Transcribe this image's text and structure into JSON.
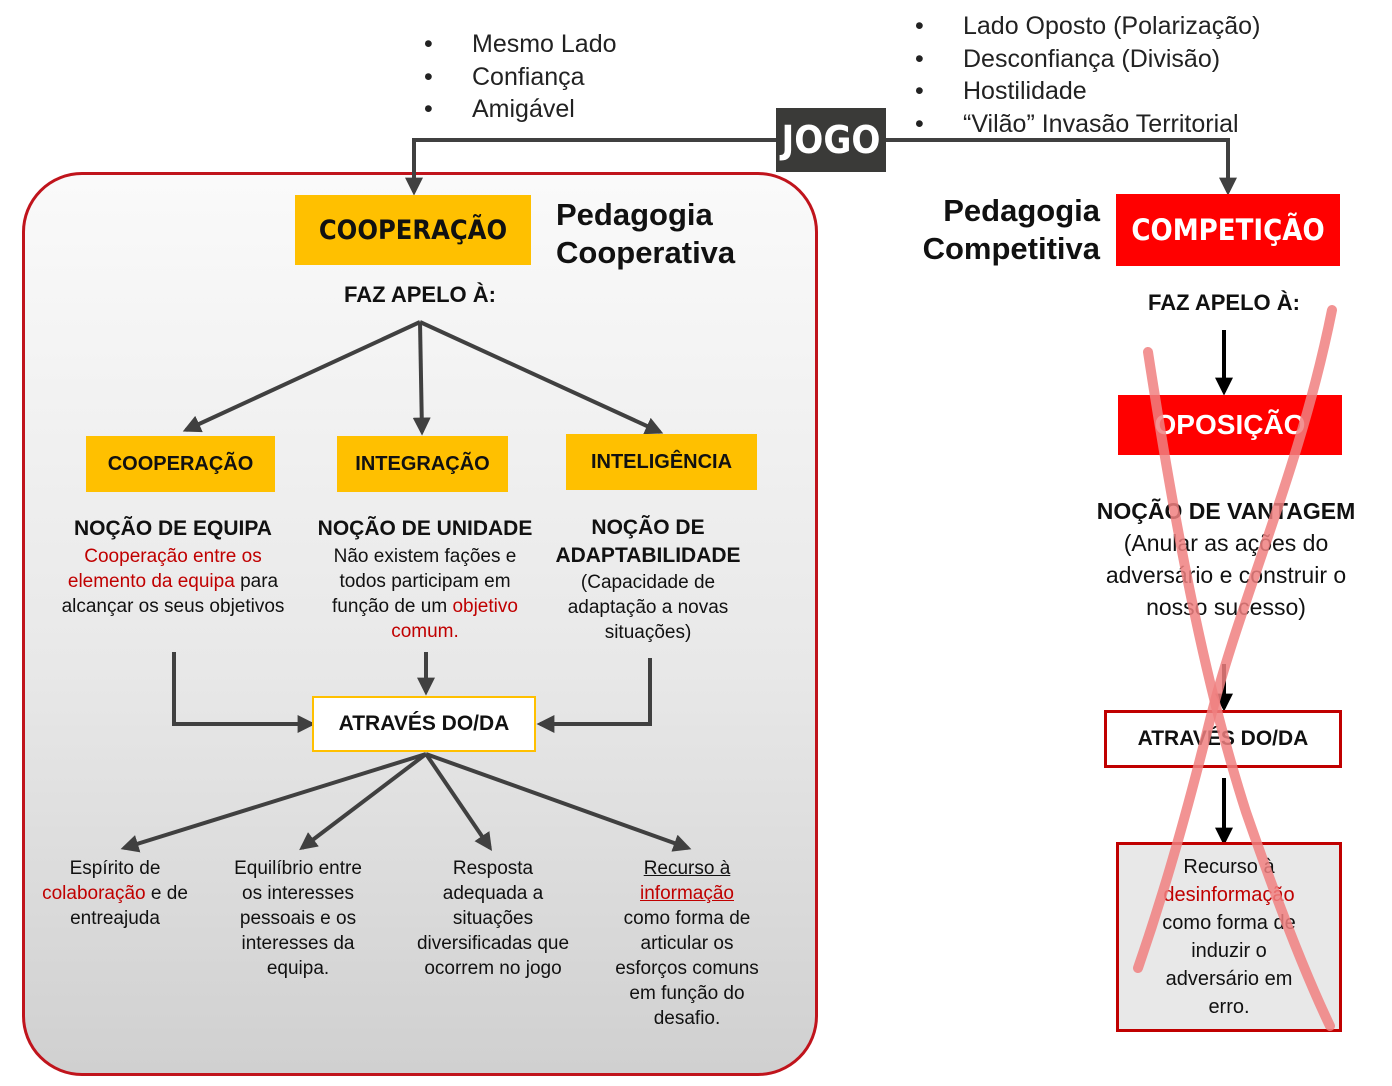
{
  "top": {
    "left_bullets": [
      "Mesmo Lado",
      "Confiança",
      "Amigável"
    ],
    "right_bullets": [
      "Lado Oposto (Polarização)",
      "Desconfiança (Divisão)",
      "Hostilidade",
      "“Vilão”  Invasão  Territorial"
    ],
    "jogo": "JOGO"
  },
  "cooperative": {
    "box": "COOPERAÇÃO",
    "title_line1": "Pedagogia",
    "title_line2": "Cooperativa",
    "faz_apelo": "FAZ APELO À:",
    "columns": [
      {
        "box": "COOPERAÇÃO",
        "heading": "NOÇÃO DE EQUIPA",
        "text_red": "Cooperação entre os elemento da equipa",
        "text_rest": "para alcançar os seus objetivos"
      },
      {
        "box": "INTEGRAÇÃO",
        "heading": "NOÇÃO DE UNIDADE",
        "text_pre": "Não existem fações e todos participam em função de um",
        "text_red": "objetivo comum."
      },
      {
        "box": "INTELIGÊNCIA",
        "heading_line1": "NOÇÃO DE",
        "heading_line2": "ADAPTABILIDADE",
        "text": "(Capacidade de adaptação a novas situações)"
      }
    ],
    "atraves": "ATRAVÉS DO/DA",
    "outcomes": [
      {
        "pre": "Espírito de",
        "red": "colaboração",
        "post": "e de entreajuda"
      },
      {
        "text": "Equilíbrio entre os interesses pessoais e os interesses da equipa."
      },
      {
        "text": "Resposta adequada a situações diversificadas que ocorrem no jogo"
      },
      {
        "pre": "Recurso à",
        "red": "informação",
        "post": "como forma de articular os esforços comuns em função do desafio."
      }
    ]
  },
  "competitive": {
    "box": "COMPETIÇÃO",
    "title_line1": "Pedagogia",
    "title_line2": "Competitiva",
    "faz_apelo": "FAZ APELO À:",
    "oposicao": "OPOSIÇÃO",
    "heading": "NOÇÃO DE VANTAGEM",
    "text": "(Anular as ações do adversário e construir o nosso sucesso)",
    "atraves": "ATRAVÉS DO/DA",
    "final_pre": "Recurso à",
    "final_red": "desinformação",
    "final_post": "como forma de induzir o adversário em erro."
  },
  "colors": {
    "gold": "#ffc000",
    "red": "#ff0000",
    "dark_red": "#c00000",
    "arrow": "#404040",
    "cross": "#f08080"
  }
}
